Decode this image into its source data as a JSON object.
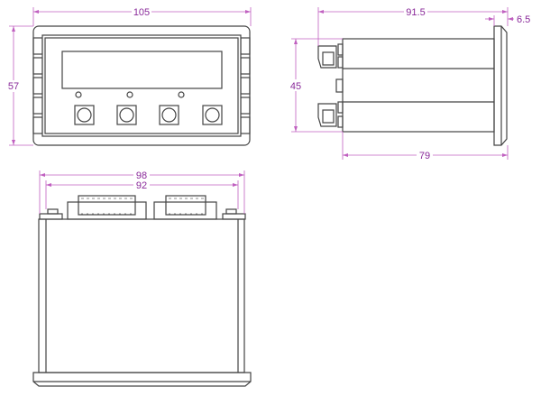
{
  "colors": {
    "outline": "#444444",
    "dimension": "#c060c0",
    "dimension_text": "#8a2a9a"
  },
  "front_view": {
    "width_label": "105",
    "height_label": "57",
    "button_count": 4,
    "led_count": 3
  },
  "side_view": {
    "depth_label": "91.5",
    "flange_label": "6.5",
    "height_label": "45",
    "body_depth_label": "79"
  },
  "bottom_view": {
    "outer_width_label": "98",
    "inner_width_label": "92"
  }
}
